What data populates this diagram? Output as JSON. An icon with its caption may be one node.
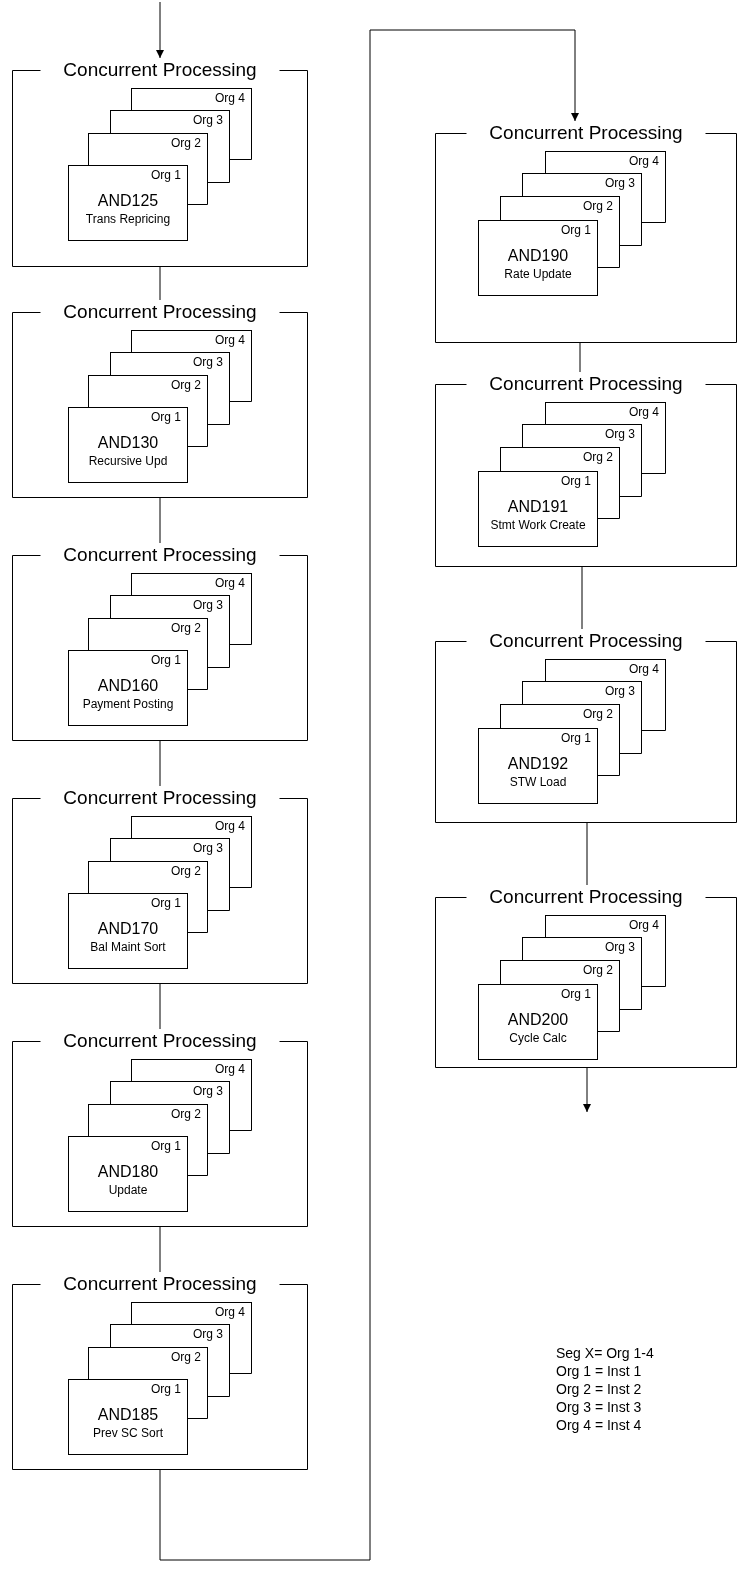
{
  "diagram": {
    "nodes": [
      {
        "text": [
          "Concurrent Processing"
        ]
      },
      {
        "text": [
          "Org 4"
        ],
        "in": 0
      },
      {
        "text": [
          "Org 3"
        ],
        "in": 0
      },
      {
        "text": [
          "Org 2"
        ],
        "in": 0
      },
      {
        "text": [
          "Org 1",
          "AND125",
          "Trans Repricing"
        ],
        "in": 0
      },
      {
        "text": [
          "Concurrent Processing"
        ]
      },
      {
        "text": [
          "Org 4"
        ],
        "in": 5
      },
      {
        "text": [
          "Org 3"
        ],
        "in": 5
      },
      {
        "text": [
          "Org 2"
        ],
        "in": 5
      },
      {
        "text": [
          "Org 1",
          "AND130",
          "Recursive Upd"
        ],
        "in": 5
      },
      {
        "text": [
          "Concurrent Processing"
        ]
      },
      {
        "text": [
          "Org 4"
        ],
        "in": 10
      },
      {
        "text": [
          "Org 3"
        ],
        "in": 10
      },
      {
        "text": [
          "Org 2"
        ],
        "in": 10
      },
      {
        "text": [
          "Org 1",
          "AND160",
          "Payment Posting"
        ],
        "in": 10
      },
      {
        "text": [
          "Concurrent Processing"
        ]
      },
      {
        "text": [
          "Org 4"
        ],
        "in": 15
      },
      {
        "text": [
          "Org 3"
        ],
        "in": 15
      },
      {
        "text": [
          "Org 2"
        ],
        "in": 15
      },
      {
        "text": [
          "Org 1",
          "AND170",
          "Bal Maint Sort"
        ],
        "in": 15
      },
      {
        "text": [
          "Concurrent Processing"
        ]
      },
      {
        "text": [
          "Org 4"
        ],
        "in": 20
      },
      {
        "text": [
          "Org 3"
        ],
        "in": 20
      },
      {
        "text": [
          "Org 2"
        ],
        "in": 20
      },
      {
        "text": [
          "Org 1",
          "AND180",
          "Update"
        ],
        "in": 20
      },
      {
        "text": [
          "Concurrent Processing"
        ]
      },
      {
        "text": [
          "Org 4"
        ],
        "in": 25
      },
      {
        "text": [
          "Org 3"
        ],
        "in": 25
      },
      {
        "text": [
          "Org 2"
        ],
        "in": 25
      },
      {
        "text": [
          "Org 1",
          "AND185",
          "Prev SC Sort"
        ],
        "in": 25
      },
      {
        "text": [
          "Concurrent Processing"
        ]
      },
      {
        "text": [
          "Org 4"
        ],
        "in": 30
      },
      {
        "text": [
          "Org 3"
        ],
        "in": 30
      },
      {
        "text": [
          "Org 2"
        ],
        "in": 30
      },
      {
        "text": [
          "Org 1",
          "AND190",
          "Rate Update"
        ],
        "in": 30
      },
      {
        "text": [
          "Concurrent Processing"
        ]
      },
      {
        "text": [
          "Org 4"
        ],
        "in": 35
      },
      {
        "text": [
          "Org 3"
        ],
        "in": 35
      },
      {
        "text": [
          "Org 2"
        ],
        "in": 35
      },
      {
        "text": [
          "Org 1",
          "AND191",
          "Stmt Work Create"
        ],
        "in": 35
      },
      {
        "text": [
          "Concurrent Processing"
        ]
      },
      {
        "text": [
          "Org 4"
        ],
        "in": 40
      },
      {
        "text": [
          "Org 3"
        ],
        "in": 40
      },
      {
        "text": [
          "Org 2"
        ],
        "in": 40
      },
      {
        "text": [
          "Org 1",
          "AND192",
          "STW Load"
        ],
        "in": 40
      },
      {
        "text": [
          "Concurrent Processing"
        ]
      },
      {
        "text": [
          "Org 4"
        ],
        "in": 45
      },
      {
        "text": [
          "Org 3"
        ],
        "in": 45
      },
      {
        "text": [
          "Org 2"
        ],
        "in": 45
      },
      {
        "text": [
          "Org 1",
          "AND200",
          "Cycle Calc"
        ],
        "in": 45
      }
    ],
    "edges": [
      {
        "from": null,
        "to": 0,
        "arrow": "to"
      },
      {
        "from": 0,
        "to": 5,
        "arrow": "none"
      },
      {
        "from": 5,
        "to": 10,
        "arrow": "none"
      },
      {
        "from": 10,
        "to": 15,
        "arrow": "none"
      },
      {
        "from": 15,
        "to": 20,
        "arrow": "none"
      },
      {
        "from": 20,
        "to": 25,
        "arrow": "none"
      },
      {
        "from": 25,
        "to": 30,
        "arrow": "to"
      },
      {
        "from": 30,
        "to": 35,
        "arrow": "none"
      },
      {
        "from": 35,
        "to": 40,
        "arrow": "none"
      },
      {
        "from": 40,
        "to": 45,
        "arrow": "none"
      },
      {
        "from": 45,
        "to": null,
        "arrow": "to"
      }
    ],
    "labels": [
      "Seg X= Org 1-4",
      "Org 1 = Inst 1",
      "Org 2 = Inst 2",
      "Org 3 = Inst 3",
      "Org 4 = Inst 4"
    ]
  }
}
